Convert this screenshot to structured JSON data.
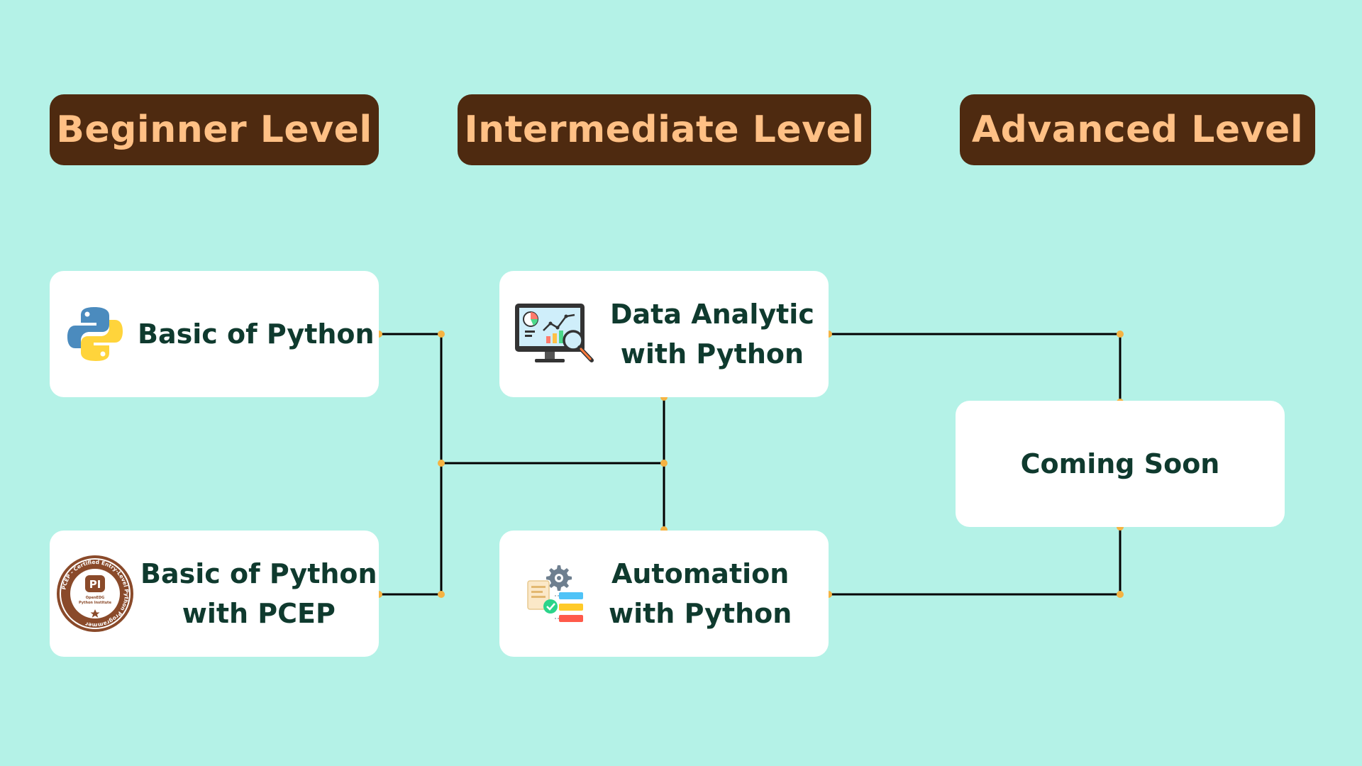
{
  "levels": {
    "beginner": "Beginner Level",
    "intermediate": "Intermediate Level",
    "advanced": "Advanced Level"
  },
  "cards": {
    "basic_python": {
      "title": "Basic of Python",
      "icon": "python-logo-icon"
    },
    "pcep": {
      "line1": "Basic of Python",
      "line2": "with PCEP",
      "icon": "pcep-badge-icon"
    },
    "data_analytic": {
      "line1": "Data Analytic",
      "line2": "with Python",
      "icon": "analytics-monitor-icon"
    },
    "automation": {
      "line1": "Automation",
      "line2": "with Python",
      "icon": "automation-workflow-icon"
    },
    "coming_soon": {
      "title": "Coming Soon"
    }
  },
  "badge": {
    "ring_text": "PCEP - Certified Entry-Level Python Programmer",
    "monogram": "PI",
    "org_line1": "OpenEDG",
    "org_line2": "Python Institute"
  },
  "colors": {
    "background": "#b4f2e7",
    "level_bg": "#4e2a10",
    "level_text": "#ffc085",
    "card_text": "#0f3a2e",
    "connector": "#000000",
    "node_dot": "#f5b342"
  }
}
